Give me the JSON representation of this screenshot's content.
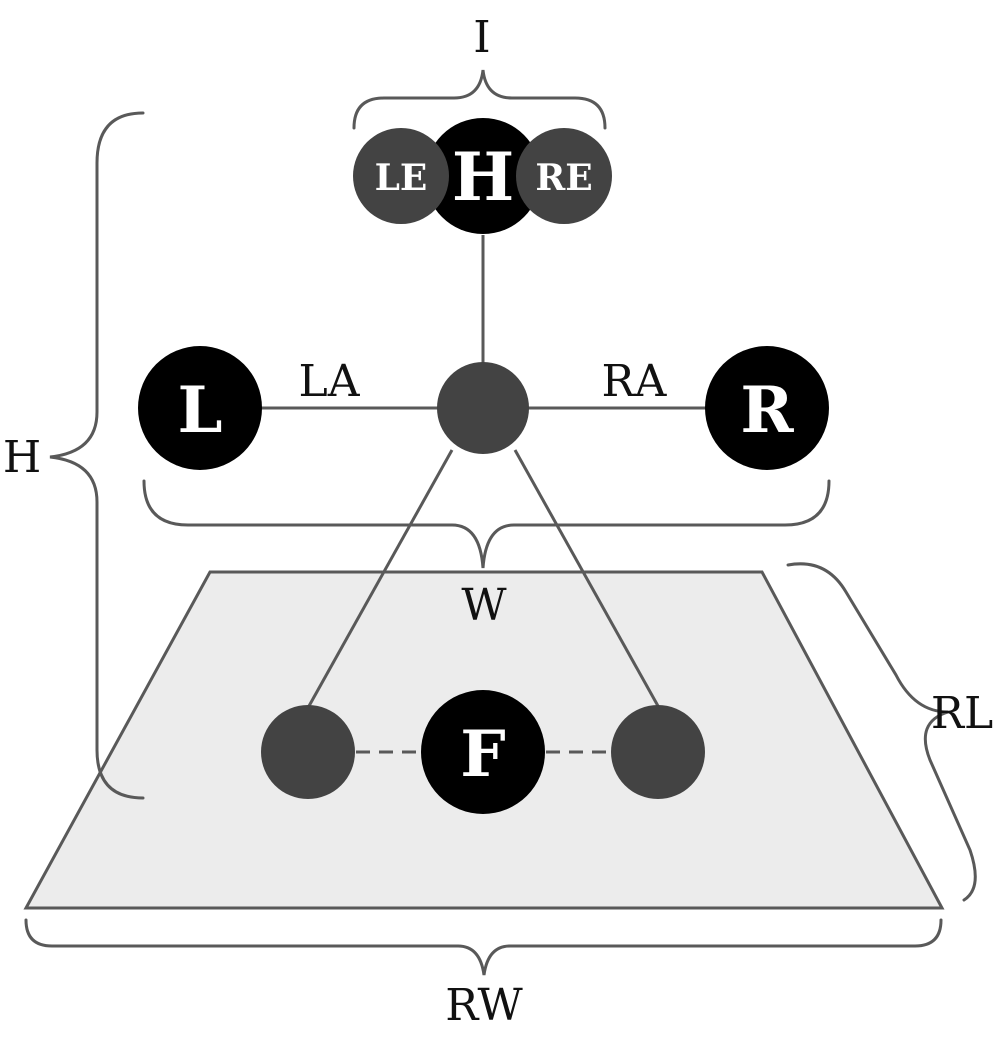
{
  "colors": {
    "node_dark": "#000000",
    "node_gray": "#434343",
    "line": "#595959",
    "platform_fill": "#ececec",
    "label_text": "#111111"
  },
  "nodes": {
    "head": "H",
    "left_eye": "LE",
    "right_eye": "RE",
    "left_hand": "L",
    "right_hand": "R",
    "feet_center": "F"
  },
  "labels": {
    "interocular": "I",
    "height": "H",
    "left_arm": "LA",
    "right_arm": "RA",
    "width": "W",
    "room_length": "RL",
    "room_width": "RW"
  }
}
